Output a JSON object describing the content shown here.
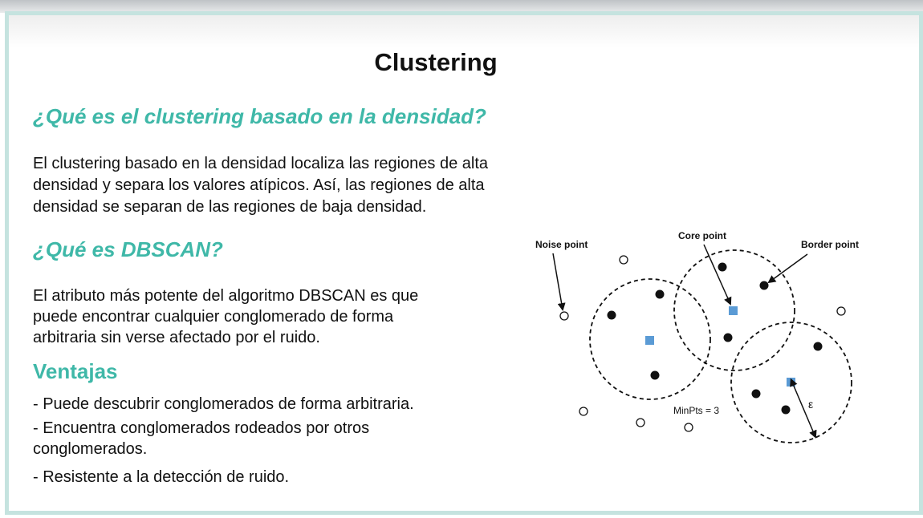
{
  "slide": {
    "title": "Clustering",
    "section1": {
      "heading": "¿Qué es el clustering basado en la densidad?",
      "lines": [
        "El clustering basado en la densidad localiza las regiones de alta",
        "densidad y separa los valores atípicos. Así, las regiones de alta",
        "densidad se separan de las regiones de baja densidad."
      ]
    },
    "section2": {
      "heading": "¿Qué es DBSCAN?",
      "lines": [
        "El atributo más potente del algoritmo DBSCAN es que",
        "puede encontrar cualquier conglomerado de forma",
        "arbitraria sin verse afectado por el ruido."
      ]
    },
    "section3": {
      "heading": "Ventajas",
      "items": [
        "- Puede descubrir conglomerados de forma arbitraria.",
        "- Encuentra conglomerados rodeados por otros",
        "conglomerados.",
        "- Resistente a la detección de ruido."
      ]
    },
    "diagram": {
      "noise_label": "Noise point",
      "core_label": "Core point",
      "border_label": "Border point",
      "minpts_label": "MinPts = 3",
      "eps_label": "ε"
    },
    "colors": {
      "accent": "#3fb8a8",
      "frame": "#c5e3df",
      "core_marker": "#5b9bd5"
    }
  }
}
